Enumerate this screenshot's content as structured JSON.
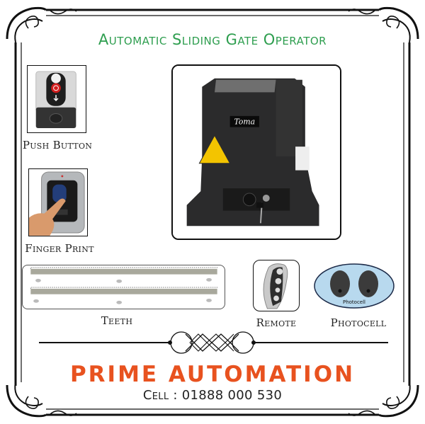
{
  "header": {
    "title": "Automatic Sliding Gate Operator",
    "title_color": "#2e9e4f"
  },
  "products": [
    {
      "id": "push-button",
      "label": "Push Button"
    },
    {
      "id": "finger-print",
      "label": "Finger Print"
    },
    {
      "id": "gate-operator",
      "label": "",
      "brand_plate": "Toma"
    },
    {
      "id": "teeth",
      "label": "Teeth"
    },
    {
      "id": "remote",
      "label": "Remote"
    },
    {
      "id": "photocell",
      "label": "Photocell",
      "inner_label": "Photocell"
    }
  ],
  "footer": {
    "company": "PRIME AUTOMATION",
    "company_color": "#e8521f",
    "cell": "Cell : 01888 000 530"
  }
}
